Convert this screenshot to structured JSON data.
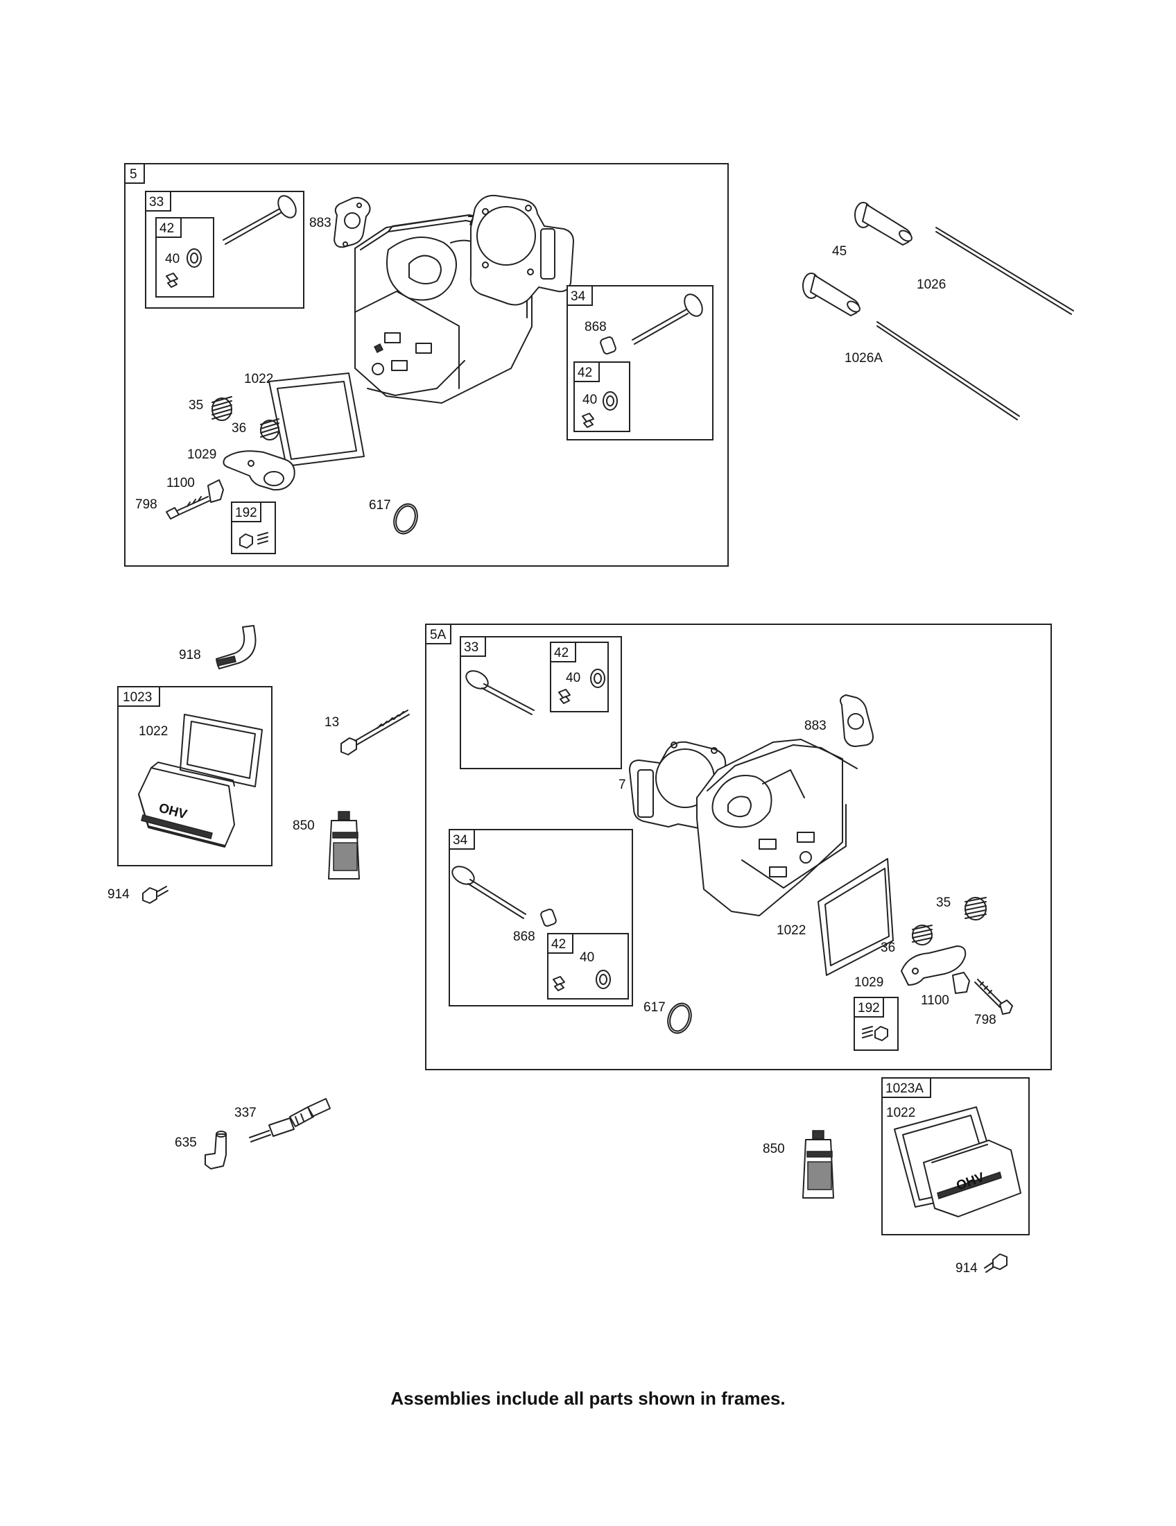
{
  "frames": {
    "assembly_5": "5",
    "assembly_5a": "5A",
    "kit_1023": "1023",
    "kit_1023a": "1023A",
    "f33": "33",
    "f42": "42",
    "f34": "34",
    "f192": "192"
  },
  "labels": {
    "l5": "5",
    "l33": "33",
    "l42": "42",
    "l40": "40",
    "l883": "883",
    "l7": "7",
    "l34": "34",
    "l868": "868",
    "l1022": "1022",
    "l35": "35",
    "l36": "36",
    "l1029": "1029",
    "l1100": "1100",
    "l798": "798",
    "l192": "192",
    "l617": "617",
    "l45": "45",
    "l1026": "1026",
    "l1026a": "1026A",
    "l918": "918",
    "l13": "13",
    "l850": "850",
    "l914": "914",
    "l337": "337",
    "l635": "635",
    "l5a": "5A",
    "l1023": "1023",
    "l1023a": "1023A"
  },
  "cover_logo_text": "OHV",
  "footer": "Assemblies include all parts shown in frames."
}
